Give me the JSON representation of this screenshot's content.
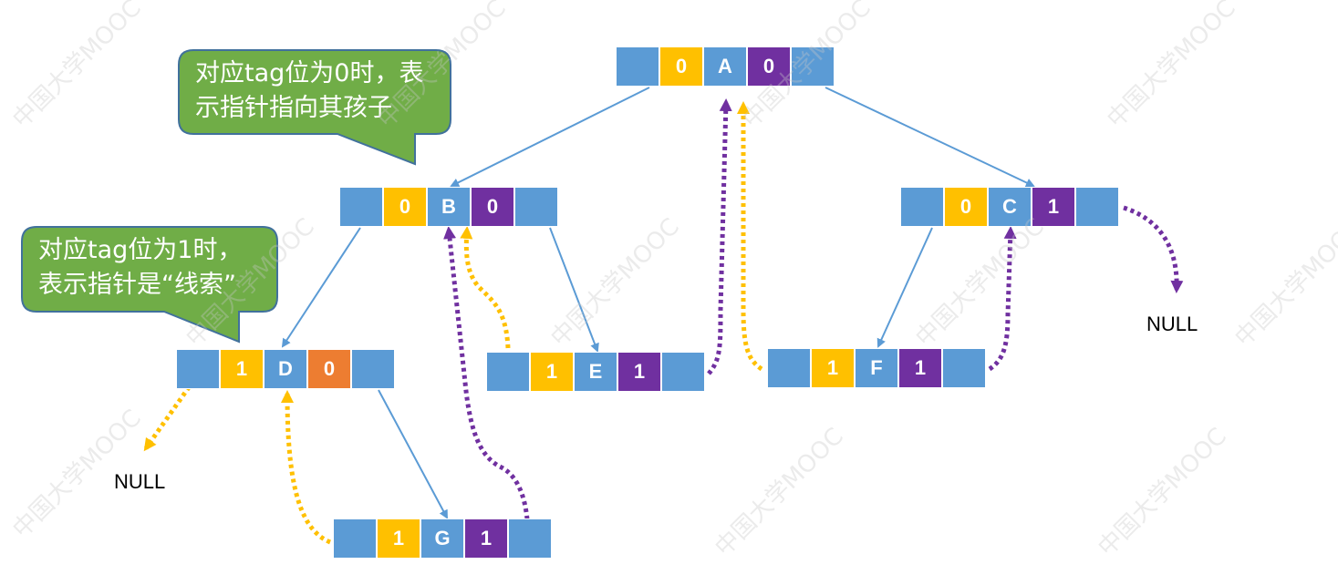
{
  "colors": {
    "pointer_cell": "#5b9bd5",
    "ltag_cell": "#ffc000",
    "rtag_cell": "#7030a0",
    "rtag_highlight": "#ed7d31",
    "child_edge": "#5b9bd5",
    "ltag_thread": "#ffc000",
    "rtag_thread": "#7030a0",
    "bubble_fill": "#70ad47",
    "bubble_border": "#41719c"
  },
  "callouts": {
    "child": "对应tag位为0时，表\n示指针指向其孩子",
    "thread": "对应tag位为1时，\n表示指针是“线索”"
  },
  "nodes": {
    "A": {
      "ltag": "0",
      "data": "A",
      "rtag": "0"
    },
    "B": {
      "ltag": "0",
      "data": "B",
      "rtag": "0"
    },
    "C": {
      "ltag": "0",
      "data": "C",
      "rtag": "1"
    },
    "D": {
      "ltag": "1",
      "data": "D",
      "rtag": "0"
    },
    "E": {
      "ltag": "1",
      "data": "E",
      "rtag": "1"
    },
    "F": {
      "ltag": "1",
      "data": "F",
      "rtag": "1"
    },
    "G": {
      "ltag": "1",
      "data": "G",
      "rtag": "1"
    }
  },
  "null_labels": {
    "d_left": "NULL",
    "c_right": "NULL"
  },
  "watermark": "中国大学MOOC"
}
